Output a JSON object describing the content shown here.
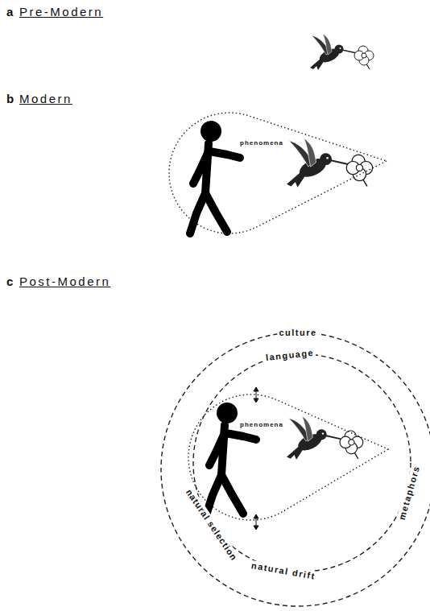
{
  "diagram": {
    "nodes": [
      {
        "text": [
          "phenomena"
        ]
      },
      {
        "text": [
          "culture"
        ]
      },
      {
        "text": [
          "language",
          "metaphors",
          "natural selection",
          "natural drift"
        ],
        "in": 1
      },
      {
        "text": [
          "phenomena"
        ],
        "in": 2
      }
    ],
    "labels": [
      "a",
      "Pre-Modern",
      "b",
      "Modern",
      "c",
      "Post-Modern"
    ]
  }
}
